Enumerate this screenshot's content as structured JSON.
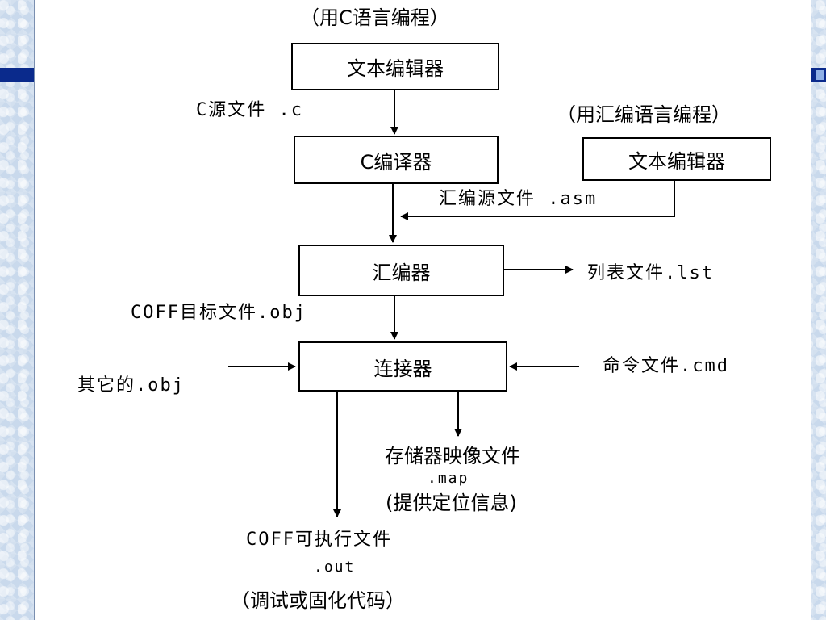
{
  "header": {
    "c_lang_note": "（用C语言编程）",
    "asm_lang_note": "（用汇编语言编程）"
  },
  "boxes": {
    "text_editor_c": "文本编辑器",
    "c_compiler": "C编译器",
    "text_editor_asm": "文本编辑器",
    "assembler": "汇编器",
    "linker": "连接器"
  },
  "labels": {
    "c_source": "C源文件 .c",
    "asm_source": "汇编源文件 .asm",
    "listing_file": "列表文件.lst",
    "coff_object": "COFF目标文件.obj",
    "other_obj": "其它的.obj",
    "command_file": "命令文件.cmd",
    "memory_map_file": "存储器映像文件",
    "memory_map_ext": ".map",
    "memory_map_note": "(提供定位信息)",
    "coff_exec": "COFF可执行文件",
    "coff_exec_ext": ".out",
    "coff_exec_note": "（调试或固化代码）"
  }
}
